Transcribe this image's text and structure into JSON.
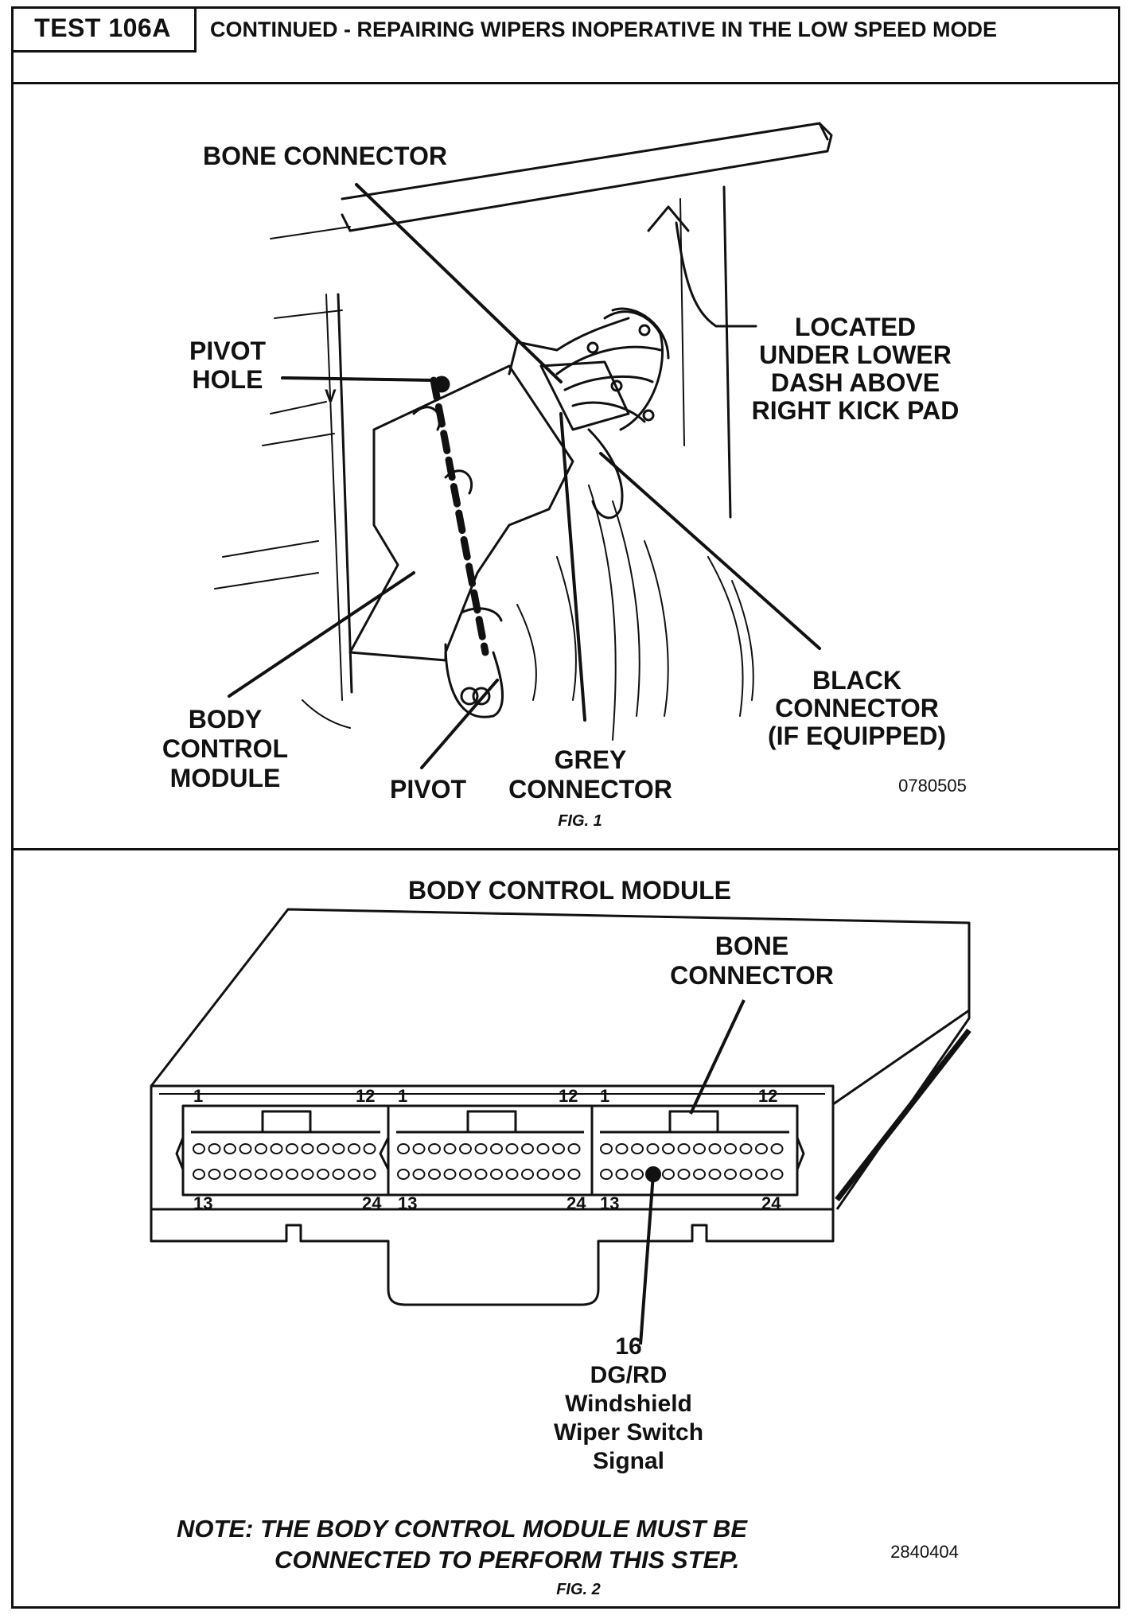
{
  "header": {
    "test_id": "TEST 106A",
    "title": "CONTINUED - REPAIRING WIPERS INOPERATIVE IN THE LOW SPEED MODE"
  },
  "fig1": {
    "labels": {
      "bone_connector": "BONE CONNECTOR",
      "pivot_hole_1": "PIVOT",
      "pivot_hole_2": "HOLE",
      "located_1": "LOCATED",
      "located_2": "UNDER LOWER",
      "located_3": "DASH ABOVE",
      "located_4": "RIGHT KICK PAD",
      "black_1": "BLACK",
      "black_2": "CONNECTOR",
      "black_3": "(IF EQUIPPED)",
      "bcm_1": "BODY",
      "bcm_2": "CONTROL",
      "bcm_3": "MODULE",
      "pivot": "PIVOT",
      "grey_1": "GREY",
      "grey_2": "CONNECTOR",
      "v_mark": "V"
    },
    "code": "0780505",
    "caption": "FIG. 1"
  },
  "fig2": {
    "title": "BODY CONTROL MODULE",
    "labels": {
      "bone_1": "BONE",
      "bone_2": "CONNECTOR",
      "pin_1": "16",
      "pin_2": "DG/RD",
      "pin_3": "Windshield",
      "pin_4": "Wiper Switch",
      "pin_5": "Signal"
    },
    "pins": {
      "c1_top_left": "1",
      "c1_top_right": "12",
      "c1_bot_left": "13",
      "c1_bot_right": "24",
      "c2_top_left": "1",
      "c2_top_right": "12",
      "c2_bot_left": "13",
      "c2_bot_right": "24",
      "c3_top_left": "1",
      "c3_top_right": "12",
      "c3_bot_left": "13",
      "c3_bot_right": "24"
    },
    "note_1": "NOTE:  THE BODY CONTROL MODULE MUST BE",
    "note_2": "CONNECTED TO PERFORM THIS STEP.",
    "code": "2840404",
    "caption": "FIG. 2"
  }
}
